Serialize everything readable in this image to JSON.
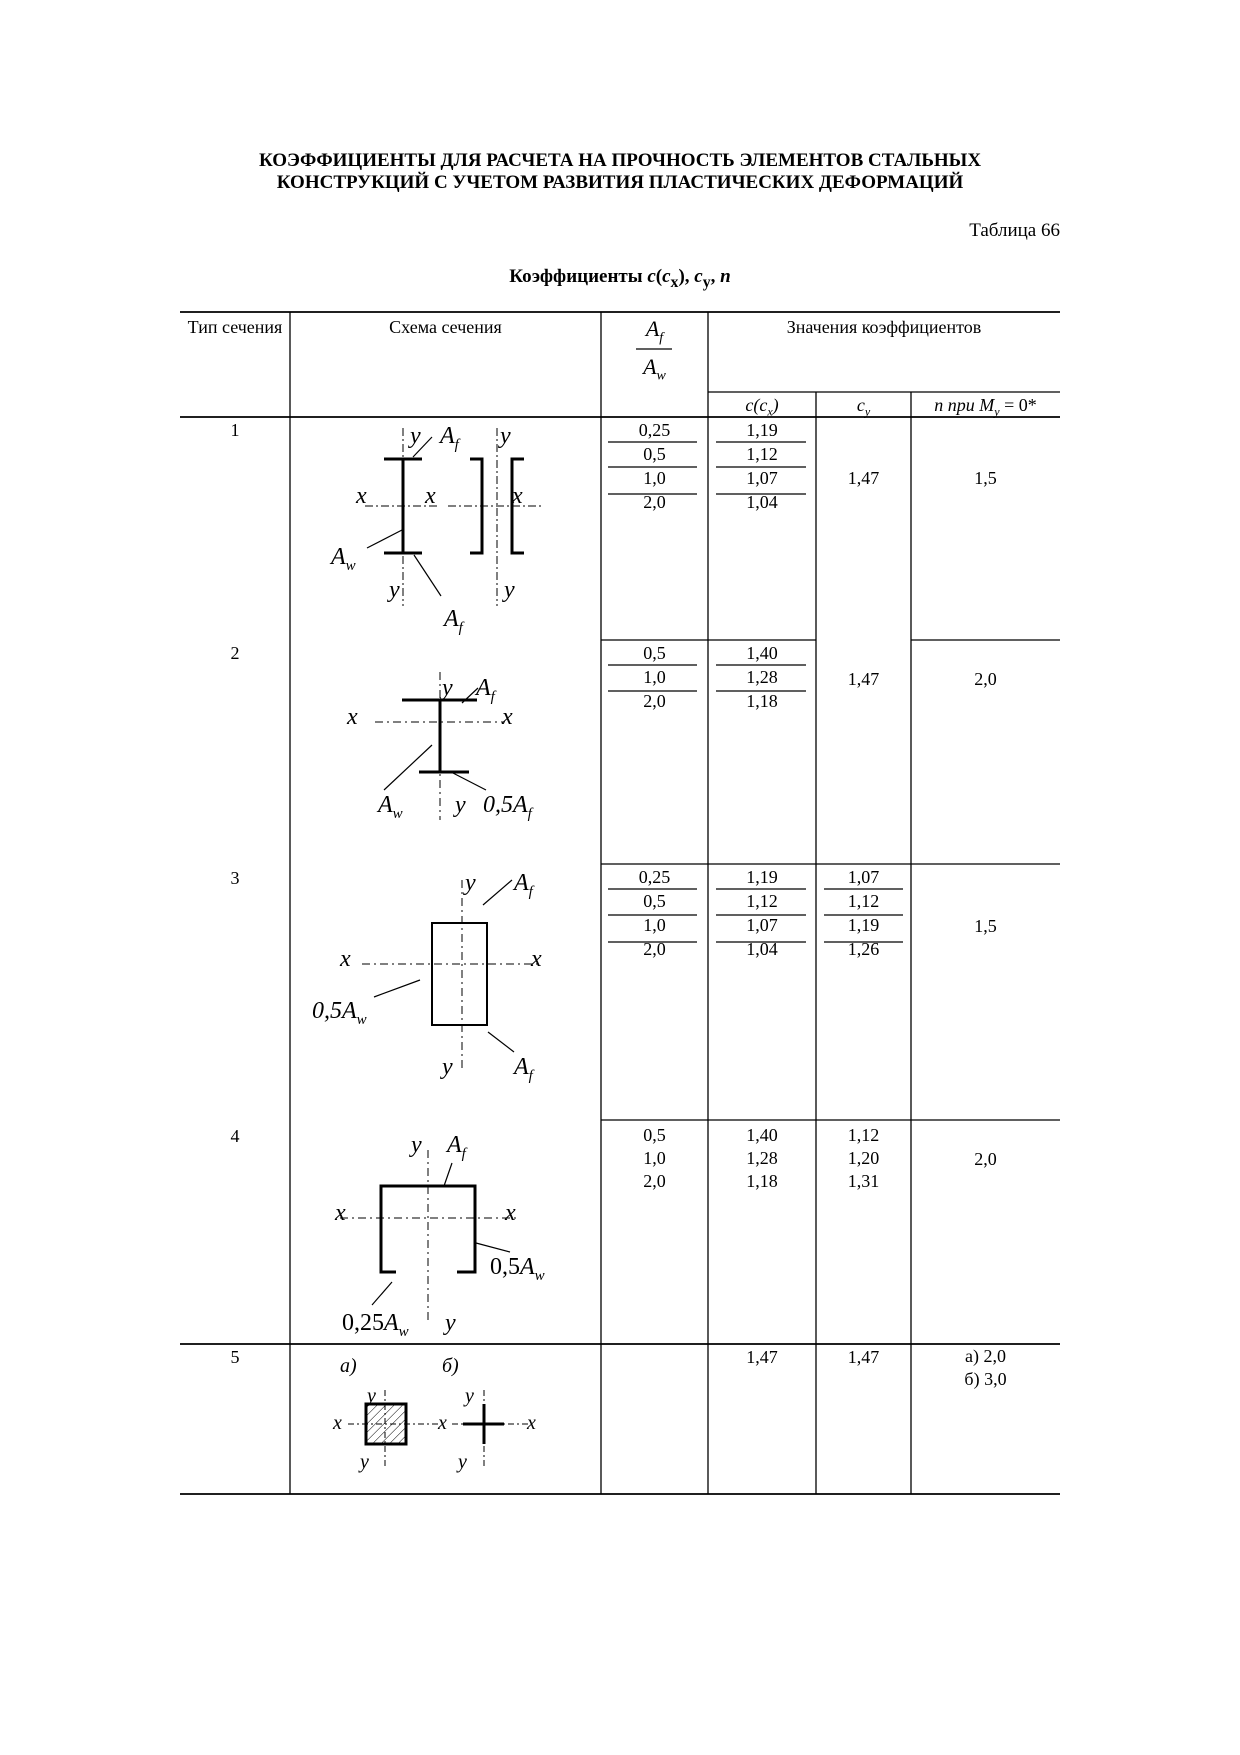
{
  "title": {
    "line1": "КОЭФФИЦИЕНТЫ ДЛЯ РАСЧЕТА НА ПРОЧНОСТЬ ЭЛЕМЕНТОВ СТАЛЬНЫХ",
    "line2": "КОНСТРУКЦИЙ С УЧЕТОМ РАЗВИТИЯ ПЛАСТИЧЕСКИХ ДЕФОРМАЦИЙ"
  },
  "table_number": "Таблица 66",
  "subtitle": {
    "prefix": "Коэффициенты ",
    "c": "c",
    "cx_open": "(",
    "cx": "c",
    "cx_sub": "x",
    "cx_close": "), ",
    "cy": "c",
    "cy_sub": "y",
    "sep": ", ",
    "n": "n"
  },
  "header": {
    "type": "Тип сечения",
    "scheme": "Схема сечения",
    "ratio_num": "A",
    "ratio_num_sub": "f",
    "ratio_den": "A",
    "ratio_den_sub": "w",
    "values": "Значения коэффициентов",
    "col_c": "c(c",
    "col_c_sub": "x",
    "col_c_close": ")",
    "col_cy": "c",
    "col_cy_sub": "y",
    "col_n": "n при M",
    "col_n_sub": "y",
    "col_n_tail": " = 0*"
  },
  "rows": [
    {
      "type": "1",
      "ratio": [
        "0,25",
        "0,5",
        "1,0",
        "2,0"
      ],
      "c": [
        "1,19",
        "1,12",
        "1,07",
        "1,04"
      ],
      "cy": "1,47",
      "n": "1,5"
    },
    {
      "type": "2",
      "ratio": [
        "0,5",
        "1,0",
        "2,0"
      ],
      "c": [
        "1,40",
        "1,28",
        "1,18"
      ],
      "cy": "1,47",
      "n": "2,0"
    },
    {
      "type": "3",
      "ratio": [
        "0,25",
        "0,5",
        "1,0",
        "2,0"
      ],
      "c": [
        "1,19",
        "1,12",
        "1,07",
        "1,04"
      ],
      "cy": [
        "1,07",
        "1,12",
        "1,19",
        "1,26"
      ],
      "n": "1,5"
    },
    {
      "type": "4",
      "ratio": [
        "0,5",
        "1,0",
        "2,0"
      ],
      "c": [
        "1,40",
        "1,28",
        "1,18"
      ],
      "cy": [
        "1,12",
        "1,20",
        "1,31"
      ],
      "n": "2,0"
    },
    {
      "type": "5",
      "ratio": "",
      "c": "1,47",
      "cy": "1,47",
      "n": [
        "а) 2,0",
        "б) 3,0"
      ]
    }
  ],
  "diagram_labels": {
    "y": "y",
    "x": "x",
    "A": "A",
    "f": "f",
    "w": "w",
    "half": "0,5",
    "quarter": "0,25",
    "a": "а)",
    "b": "б)"
  }
}
